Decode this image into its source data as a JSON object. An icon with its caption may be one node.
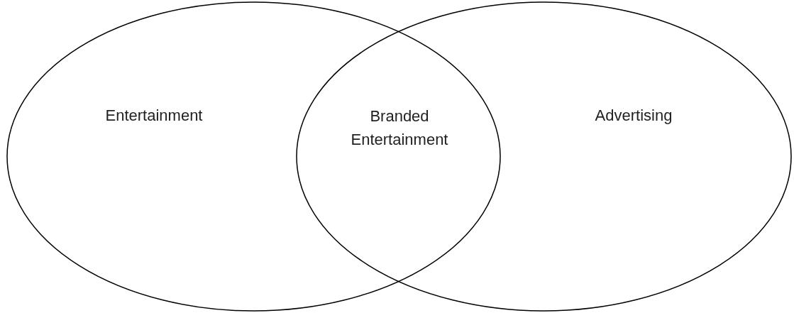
{
  "diagram": {
    "nodes": [
      {
        "text": [
          "Entertainment"
        ]
      },
      {
        "text": [
          "Advertising"
        ]
      }
    ],
    "labels": [
      "Branded Entertainment"
    ]
  }
}
